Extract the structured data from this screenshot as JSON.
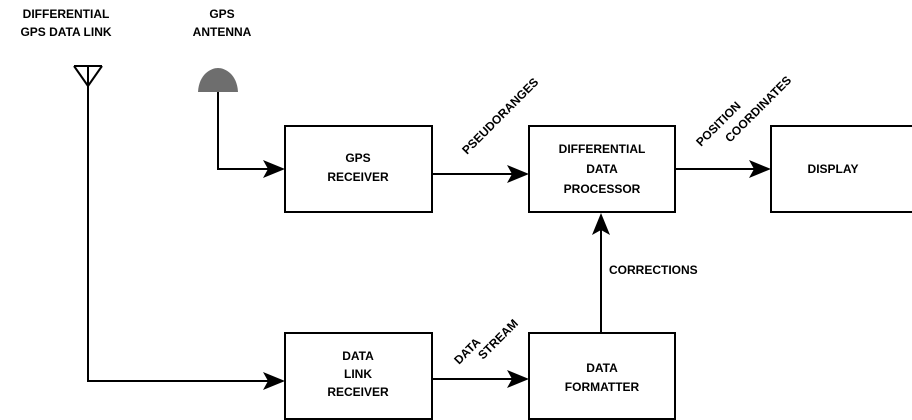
{
  "antennas": {
    "datalink_label": [
      "DIFFERENTIAL",
      "GPS DATA LINK"
    ],
    "gps_label": [
      "GPS",
      "ANTENNA"
    ]
  },
  "blocks": {
    "gps_receiver": [
      "GPS",
      "RECEIVER"
    ],
    "processor": [
      "DIFFERENTIAL",
      "DATA",
      "PROCESSOR"
    ],
    "display": [
      "DISPLAY"
    ],
    "datalink_receiver": [
      "DATA",
      "LINK",
      "RECEIVER"
    ],
    "formatter": [
      "DATA",
      "FORMATTER"
    ]
  },
  "signals": {
    "pseudoranges": "PSEUDORANGES",
    "position_coordinates": [
      "POSITION",
      "COORDINATES"
    ],
    "corrections": "CORRECTIONS",
    "data_stream": [
      "DATA",
      "STREAM"
    ]
  },
  "colors": {
    "line": "#000000",
    "gps_antenna": "#6e6e6e"
  }
}
